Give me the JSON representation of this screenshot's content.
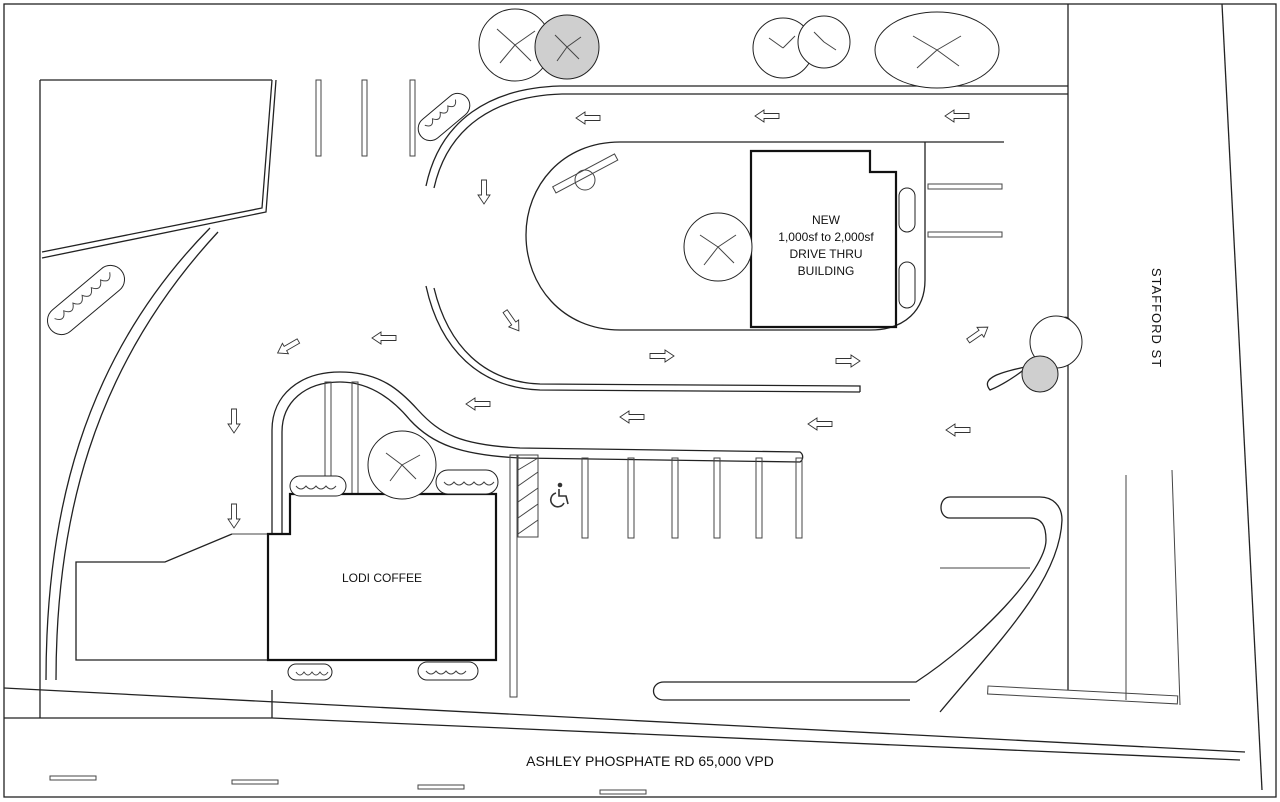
{
  "labels": {
    "new_building_line1": "NEW",
    "new_building_line2": "1,000sf to 2,000sf",
    "new_building_line3": "DRIVE THRU",
    "new_building_line4": "BUILDING",
    "existing_building": "LODI COFFEE",
    "south_road": "ASHLEY PHOSPHATE RD 65,000 VPD",
    "east_street": "STAFFORD ST"
  },
  "icons": {
    "accessible_parking": "wheelchair-icon",
    "traffic": "direction-arrow-icon"
  }
}
